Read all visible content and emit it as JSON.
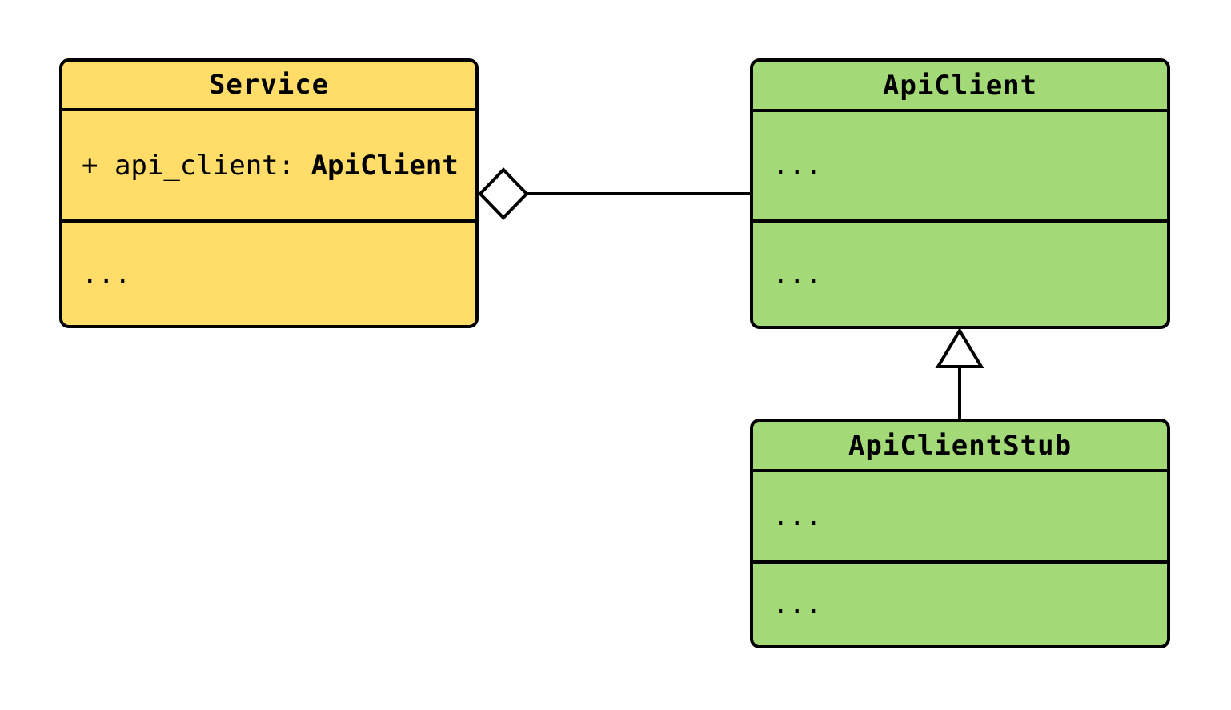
{
  "diagram": {
    "kind": "uml-class-diagram",
    "background_color": "#FFFFFF",
    "stroke_color": "#000000"
  },
  "classes": {
    "service": {
      "title": "Service",
      "fill": "#FFDD68",
      "attribute_prefix": "+ api_client: ",
      "attribute_type": "ApiClient",
      "methods_text": "..."
    },
    "api_client": {
      "title": "ApiClient",
      "fill": "#A3D977",
      "attributes_text": "...",
      "methods_text": "..."
    },
    "api_client_stub": {
      "title": "ApiClientStub",
      "fill": "#A3D977",
      "attributes_text": "...",
      "methods_text": "..."
    }
  },
  "relationships": [
    {
      "type": "aggregation",
      "from": "Service",
      "to": "ApiClient",
      "marker": "open-diamond"
    },
    {
      "type": "inheritance",
      "from": "ApiClientStub",
      "to": "ApiClient",
      "marker": "open-triangle"
    }
  ]
}
